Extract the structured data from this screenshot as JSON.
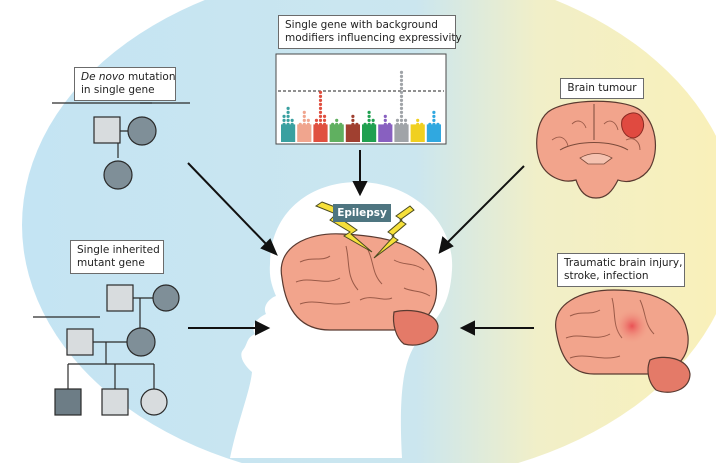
{
  "labels": {
    "denovo_italic": "De novo",
    "denovo_rest": " mutation",
    "denovo_line2": "in single gene",
    "background_line1": "Single gene with background",
    "background_line2": "modifiers influencing expressivity",
    "tumour": "Brain tumour",
    "inherited_line1": "Single inherited",
    "inherited_line2": "mutant gene",
    "tbi_line1": "Traumatic brain injury,",
    "tbi_line2": "stroke, infection",
    "epilepsy": "Epilepsy"
  },
  "colors": {
    "blue_field": "#c4e4f3",
    "yellow_field": "#faf0b8",
    "brain": "#f2a48c",
    "cerebellum": "#e47a68",
    "affected_symbol": "#7f8f98",
    "unaffected_symbol": "#d8dcde",
    "badge": "#4e7580"
  },
  "manhattan": {
    "groups": [
      {
        "color": "#3aa0a0",
        "heights": [
          0.32,
          0.45,
          0.28
        ]
      },
      {
        "color": "#f0a58e",
        "heights": [
          0.25,
          0.38,
          0.3
        ]
      },
      {
        "color": "#e05040",
        "heights": [
          0.28,
          0.62,
          0.35
        ]
      },
      {
        "color": "#60b060",
        "heights": [
          0.22,
          0.3,
          0.26
        ]
      },
      {
        "color": "#a04030",
        "heights": [
          0.2,
          0.36,
          0.24
        ]
      },
      {
        "color": "#20a050",
        "heights": [
          0.24,
          0.4,
          0.28
        ]
      },
      {
        "color": "#8860c0",
        "heights": [
          0.2,
          0.33,
          0.22
        ]
      },
      {
        "color": "#a0a4a8",
        "heights": [
          0.3,
          0.88,
          0.3
        ]
      },
      {
        "color": "#f0d020",
        "heights": [
          0.2,
          0.3,
          0.22
        ]
      },
      {
        "color": "#30a8e0",
        "heights": [
          0.22,
          0.38,
          0.25
        ]
      }
    ]
  }
}
